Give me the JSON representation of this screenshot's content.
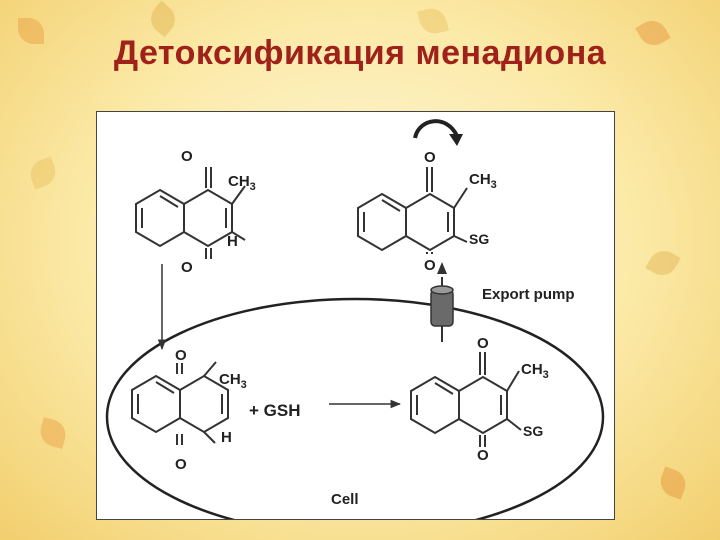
{
  "slide": {
    "title": "Детоксификация менадиона"
  },
  "diagram": {
    "o_label": "O",
    "ch3_label": "CH3",
    "h_label": "H",
    "sg_label": "SG",
    "reaction_text": "+ GSH",
    "export_pump_label": "Export pump",
    "cell_label": "Cell"
  },
  "colors": {
    "title": "#a0201a",
    "background": "#fbe9a6"
  }
}
